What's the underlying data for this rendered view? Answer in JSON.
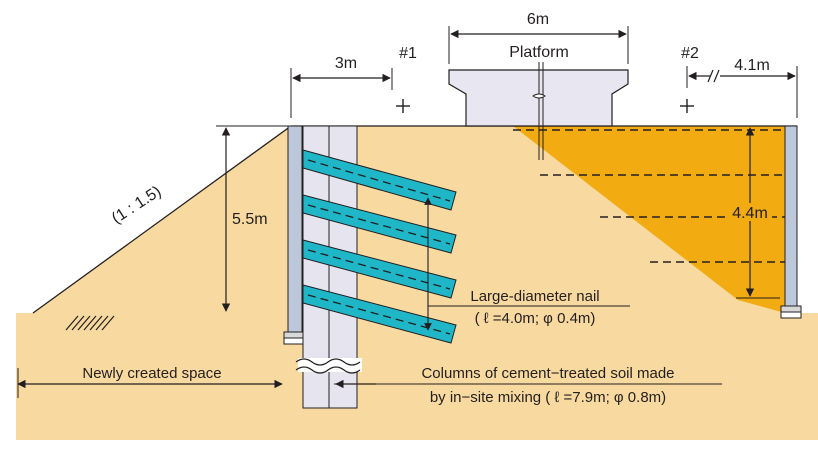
{
  "dimensions": {
    "platform_width": "6m",
    "wall_width": "3m",
    "right_offset": "4.1m",
    "height_left": "5.5m",
    "height_right": "4.4m"
  },
  "points": {
    "p1": "#1",
    "p2": "#2"
  },
  "labels": {
    "platform": "Platform",
    "slope": "(1 : 1.5)",
    "newly_created_space": "Newly created space",
    "nail_line1": "Large-diameter nail",
    "nail_line2": "( ℓ =4.0m; φ 0.4m)",
    "columns_line1": "Columns of cement−treated soil made",
    "columns_line2": "by in−site mixing ( ℓ =7.9m; φ 0.8m)"
  },
  "colors": {
    "soil": "#f8d9a0",
    "fill_zone": "#f2ab10",
    "nail": "#1fb7c8",
    "column": "#e6e4ee",
    "sheet_pile": "#bcc8da",
    "platform": "#e8e6f0"
  }
}
